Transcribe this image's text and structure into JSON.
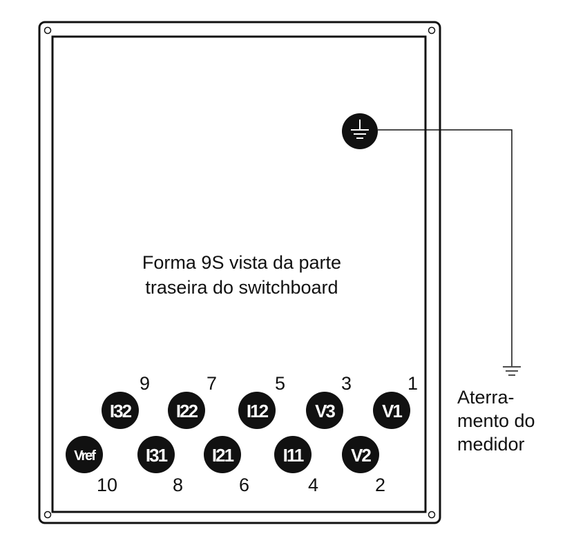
{
  "caption": {
    "line1": "Forma 9S vista da parte",
    "line2": "traseira do switchboard"
  },
  "ground_label": {
    "line1": "Aterra-",
    "line2": "mento do",
    "line3": "medidor"
  },
  "terminals": [
    {
      "label": "I32",
      "number": "9"
    },
    {
      "label": "I22",
      "number": "7"
    },
    {
      "label": "I12",
      "number": "5"
    },
    {
      "label": "V3",
      "number": "3"
    },
    {
      "label": "V1",
      "number": "1"
    },
    {
      "label": "Vref",
      "number": "10"
    },
    {
      "label": "I31",
      "number": "8"
    },
    {
      "label": "I21",
      "number": "6"
    },
    {
      "label": "I11",
      "number": "4"
    },
    {
      "label": "V2",
      "number": "2"
    }
  ],
  "icons": {
    "panel_ground": "ground-symbol-icon",
    "earth": "ground-symbol-icon"
  },
  "colors": {
    "ink": "#111111",
    "terminal_fill": "#111111",
    "terminal_text": "#ffffff",
    "background": "#ffffff"
  }
}
